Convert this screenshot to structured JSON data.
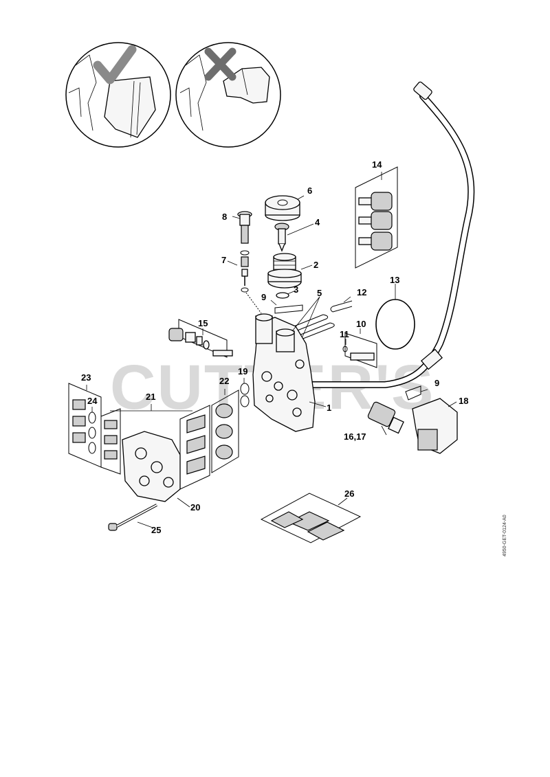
{
  "watermark": "CUTTER'S",
  "drawing_code": "4950-GET-0124-A0",
  "callouts": {
    "c1": "1",
    "c2": "2",
    "c3": "3",
    "c4": "4",
    "c5": "5",
    "c6": "6",
    "c7": "7",
    "c8": "8",
    "c9a": "9",
    "c9b": "9",
    "c10": "10",
    "c11": "11",
    "c12": "12",
    "c13": "13",
    "c14": "14",
    "c15": "15",
    "c1617": "16,17",
    "c18": "18",
    "c19": "19",
    "c20": "20",
    "c21": "21",
    "c22": "22",
    "c23": "23",
    "c24": "24",
    "c25": "25",
    "c26": "26"
  },
  "icons": [
    "correct-checkmark-icon",
    "incorrect-cross-icon"
  ]
}
